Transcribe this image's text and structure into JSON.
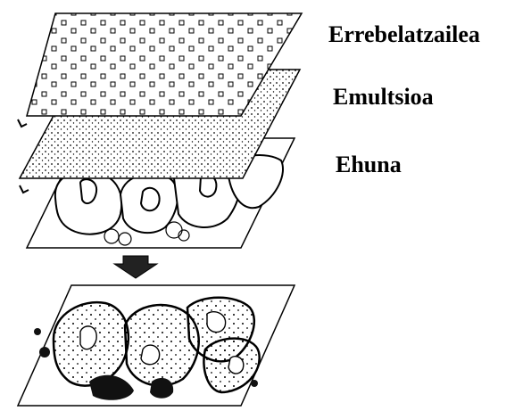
{
  "labels": {
    "developer": "Errebelatzailea",
    "emulsion": "Emultsioa",
    "tissue": "Ehuna"
  },
  "colors": {
    "ink": "#000000",
    "paper": "#ffffff"
  },
  "icons": [
    "down-arrow-icon"
  ]
}
